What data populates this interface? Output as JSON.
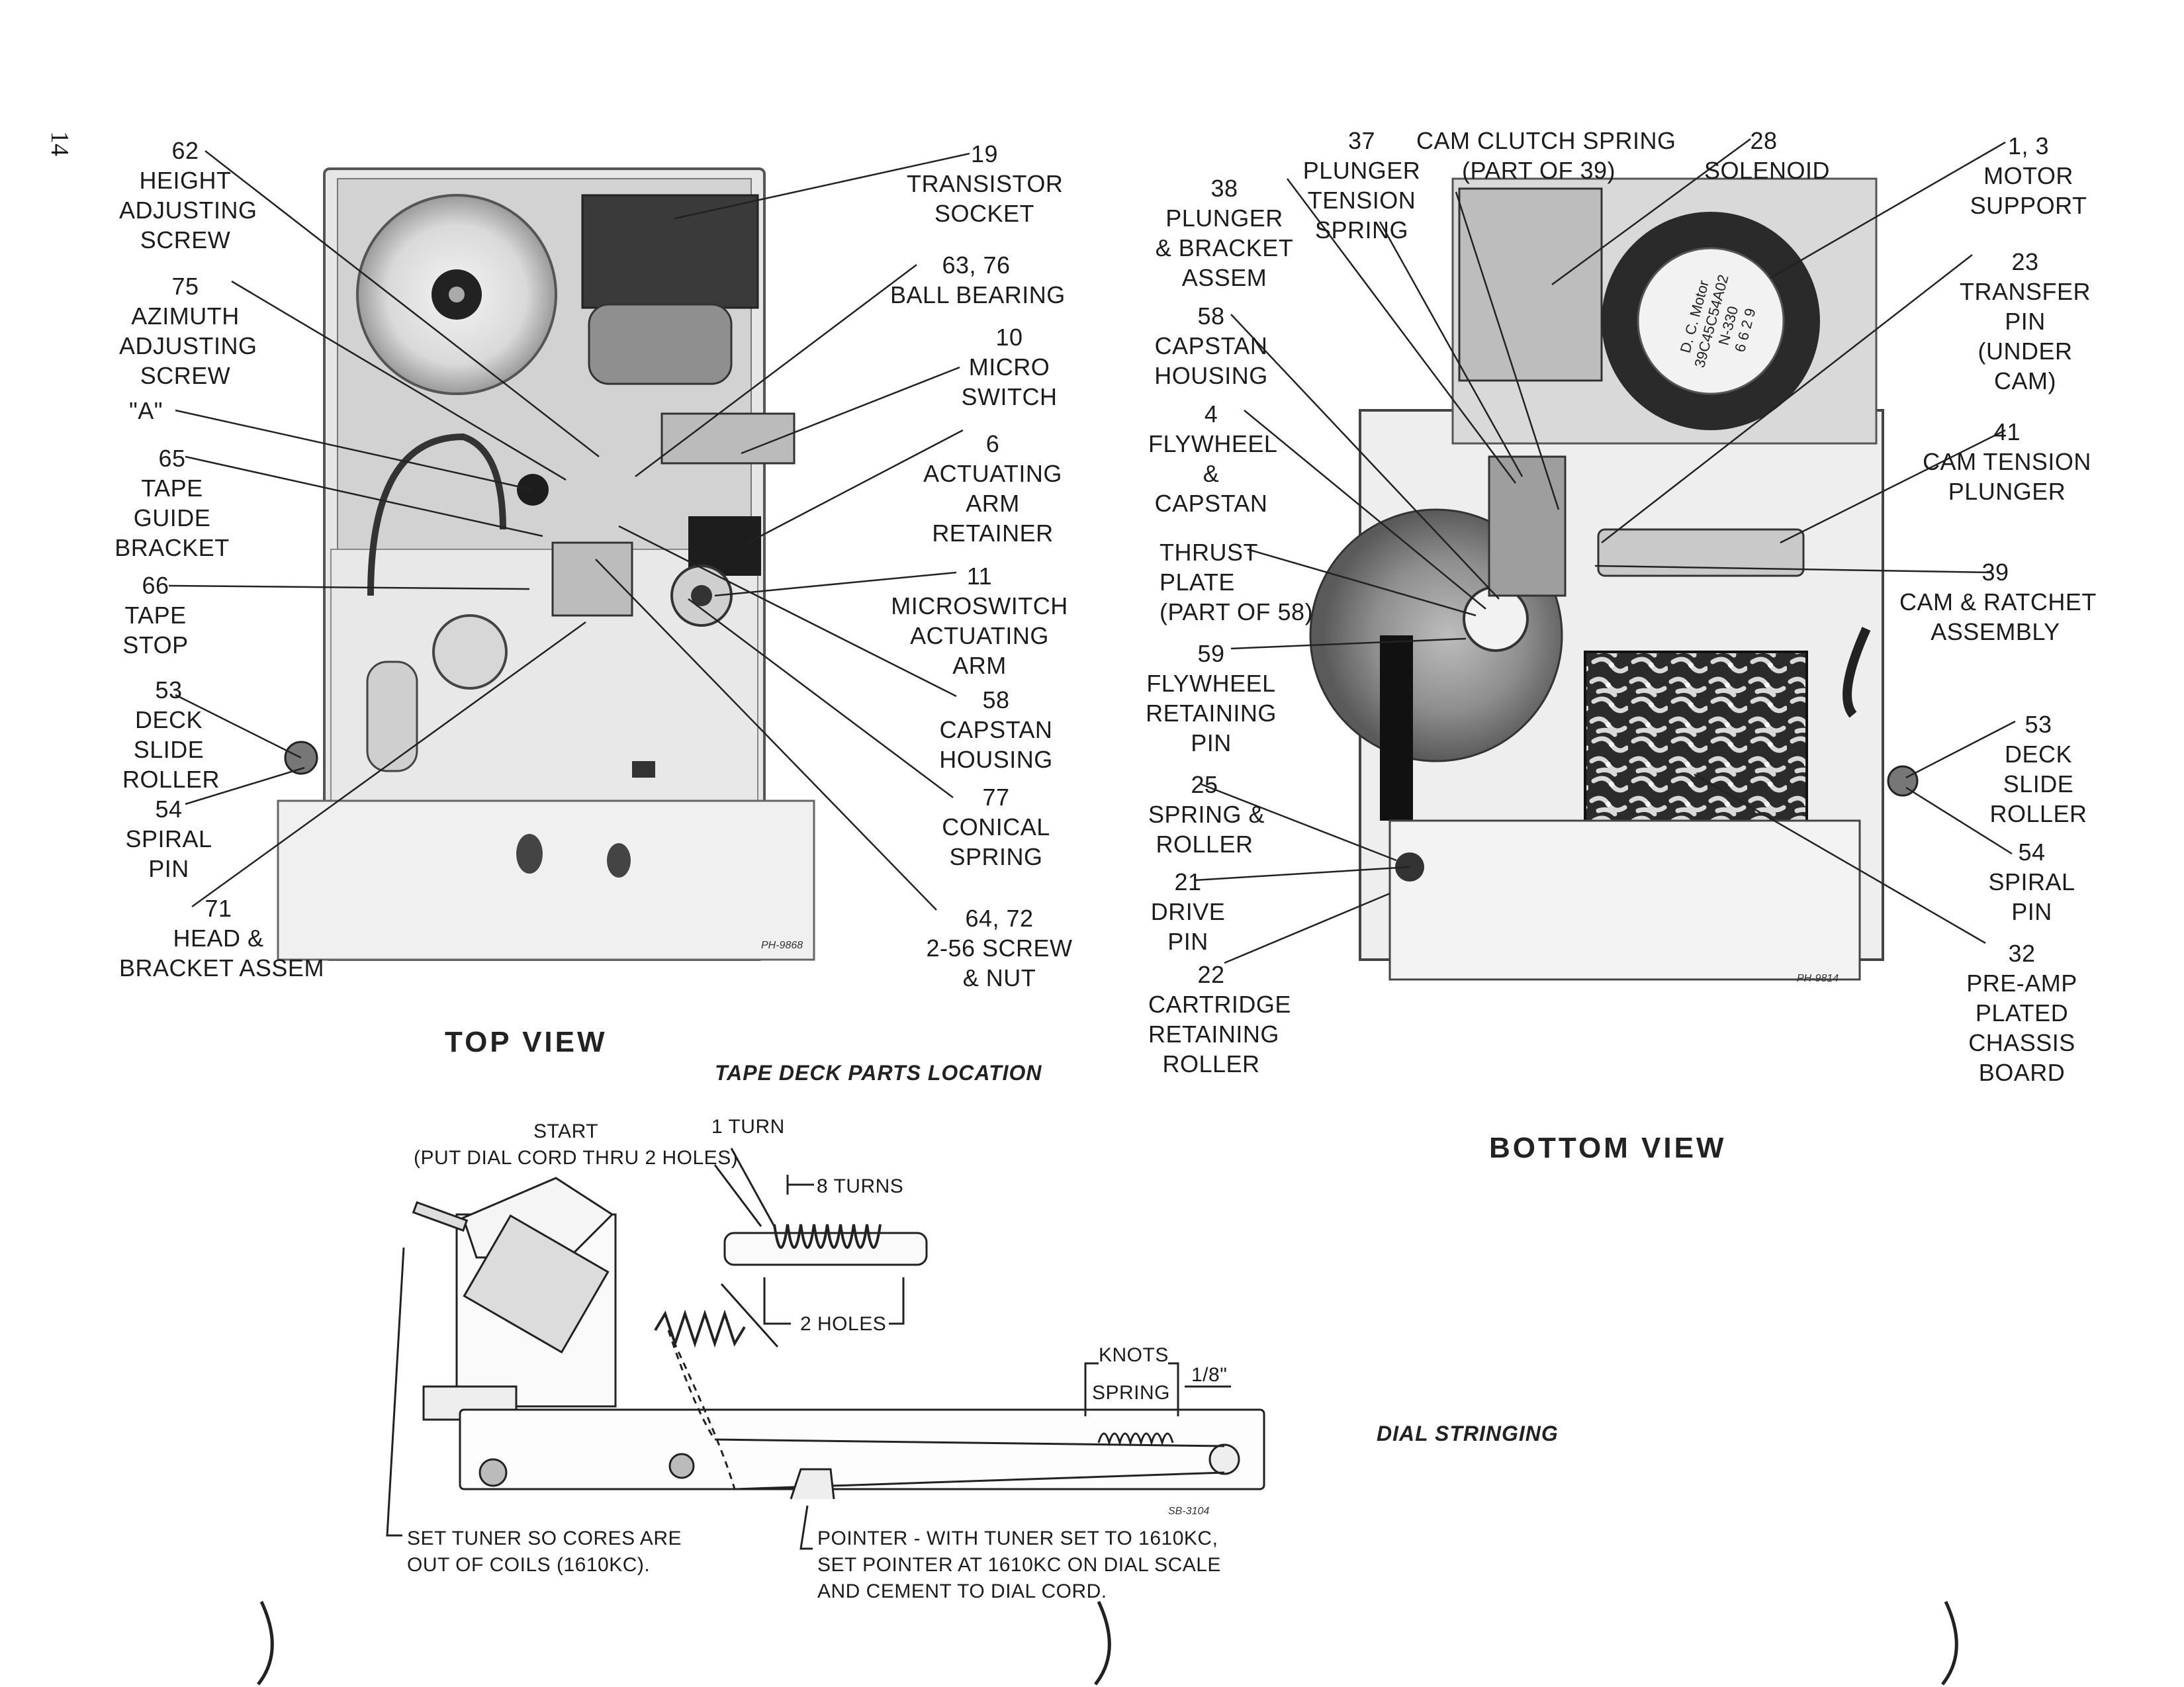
{
  "page": {
    "number": "14"
  },
  "top_view": {
    "title": "TOP VIEW",
    "photo_code": "PH-9868",
    "labels": {
      "l62": "62\nHEIGHT\nADJUSTING\nSCREW",
      "l75": "75\nAZIMUTH\nADJUSTING\nSCREW",
      "lA": "\"A\"",
      "l65": "65\nTAPE\nGUIDE\nBRACKET",
      "l66": "66\nTAPE\nSTOP",
      "l53": "53\nDECK\nSLIDE\nROLLER",
      "l54": "54\nSPIRAL\nPIN",
      "l71": "71\nHEAD &\nBRACKET ASSEM",
      "l19": "19\nTRANSISTOR\nSOCKET",
      "l63": "63, 76\nBALL BEARING",
      "l10": "10\nMICRO\nSWITCH",
      "l6": "6\nACTUATING\nARM\nRETAINER",
      "l11": "11\nMICROSWITCH\nACTUATING\nARM",
      "l58": "58\nCAPSTAN\nHOUSING",
      "l77": "77\nCONICAL\nSPRING",
      "l64": "64, 72\n2-56 SCREW\n& NUT"
    }
  },
  "section_caption": "TAPE DECK PARTS LOCATION",
  "bottom_view": {
    "title": "BOTTOM VIEW",
    "photo_code": "PH-9814",
    "motor_marking": "D. C. Motor\n39C45C54A02\nN-330\n6 6 2 9",
    "labels": {
      "l37": "37\nPLUNGER\nTENSION\nSPRING",
      "lcam": "CAM CLUTCH SPRING\n(PART OF 39)",
      "l28": "28\nSOLENOID",
      "l1": "1, 3\nMOTOR\nSUPPORT",
      "l38": "38\nPLUNGER\n& BRACKET\nASSEM",
      "l58b": "58\nCAPSTAN\nHOUSING",
      "l4": "4\nFLYWHEEL\n&\nCAPSTAN",
      "lthrust": "THRUST\nPLATE\n(PART OF 58)",
      "l59": "59\nFLYWHEEL\nRETAINING\nPIN",
      "l25": "25\nSPRING &\nROLLER",
      "l21": "21\nDRIVE\nPIN",
      "l22": "22\nCARTRIDGE\nRETAINING\nROLLER",
      "l23": "23\nTRANSFER\nPIN\n(UNDER\nCAM)",
      "l41": "41\nCAM TENSION\nPLUNGER",
      "l39": "39\nCAM & RATCHET\nASSEMBLY",
      "l53b": "53\nDECK\nSLIDE\nROLLER",
      "l54b": "54\nSPIRAL\nPIN",
      "l32": "32\nPRE-AMP\nPLATED\nCHASSIS\nBOARD"
    }
  },
  "dial_stringing": {
    "caption": "DIAL STRINGING",
    "drawing_code": "SB-3104",
    "labels": {
      "start": "START\n(PUT DIAL CORD THRU 2 HOLES)",
      "turn1": "1 TURN",
      "turns8": "8 TURNS",
      "holes2": "2 HOLES",
      "knots": "KNOTS",
      "spring": "SPRING",
      "eighth": "1/8\"",
      "set_tuner": "SET TUNER SO CORES ARE\nOUT OF COILS (1610KC).",
      "pointer": "POINTER - WITH TUNER SET TO 1610KC,\nSET POINTER AT 1610KC ON DIAL SCALE\nAND CEMENT TO DIAL CORD."
    }
  }
}
